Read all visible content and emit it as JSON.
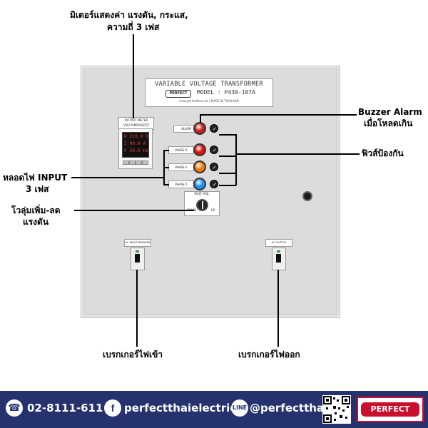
{
  "annotations": {
    "meter_line1": "มิเตอร์แสดงค่า แรงดัน, กระแส,",
    "meter_line2": "ความถี่ 3 เฟส",
    "buzzer_line1": "Buzzer Alarm",
    "buzzer_line2": "เมื่อโหลดเกิน",
    "fuse": "ฟิวส์ป้องกัน",
    "lamp_line1": "หลอดไฟ INPUT",
    "lamp_line2": "3 เฟส",
    "knob_line1": "โวลุ่มเพิ่ม-ลด",
    "knob_line2": "แรงดัน",
    "breaker_in": "เบรกเกอร์ไฟเข้า",
    "breaker_out": "เบรกเกอร์ไฟออก"
  },
  "nameplate": {
    "title": "VARIABLE VOLTAGE TRANSFORMER",
    "logo": "PERFECT",
    "model": "MODEL : P430-107A",
    "website": "www.perfectthai.net | MADE IN THAILAND"
  },
  "meter": {
    "label_line1": "OUTPUT METER",
    "label_line2": "VOLT/AMP/HERTZ",
    "lines": [
      "U 220.0 V",
      "I 00.0 A",
      "F 50.0 Hz"
    ]
  },
  "tags": {
    "alarm": "ALARM",
    "phase_r": "PHASE R",
    "phase_s": "PHASE S",
    "phase_t": "PHASE T"
  },
  "lamps": {
    "alarm_color": "#c81e1e",
    "r_color": "#e01010",
    "s_color": "#f07a10",
    "t_color": "#1e8ff0"
  },
  "knob": {
    "label": "VOLT ADJ.",
    "down": "DOWN",
    "up": "UP"
  },
  "breakers": {
    "input_label": "AC INPUT BREAKER",
    "output_label": "AC OUTPUT BREAKER"
  },
  "footer": {
    "phone": "02-8111-611",
    "facebook": "perfectthaielectric",
    "line_id": "@perfectthai",
    "logo": "PERFECT",
    "bg_color": "#25326e"
  }
}
